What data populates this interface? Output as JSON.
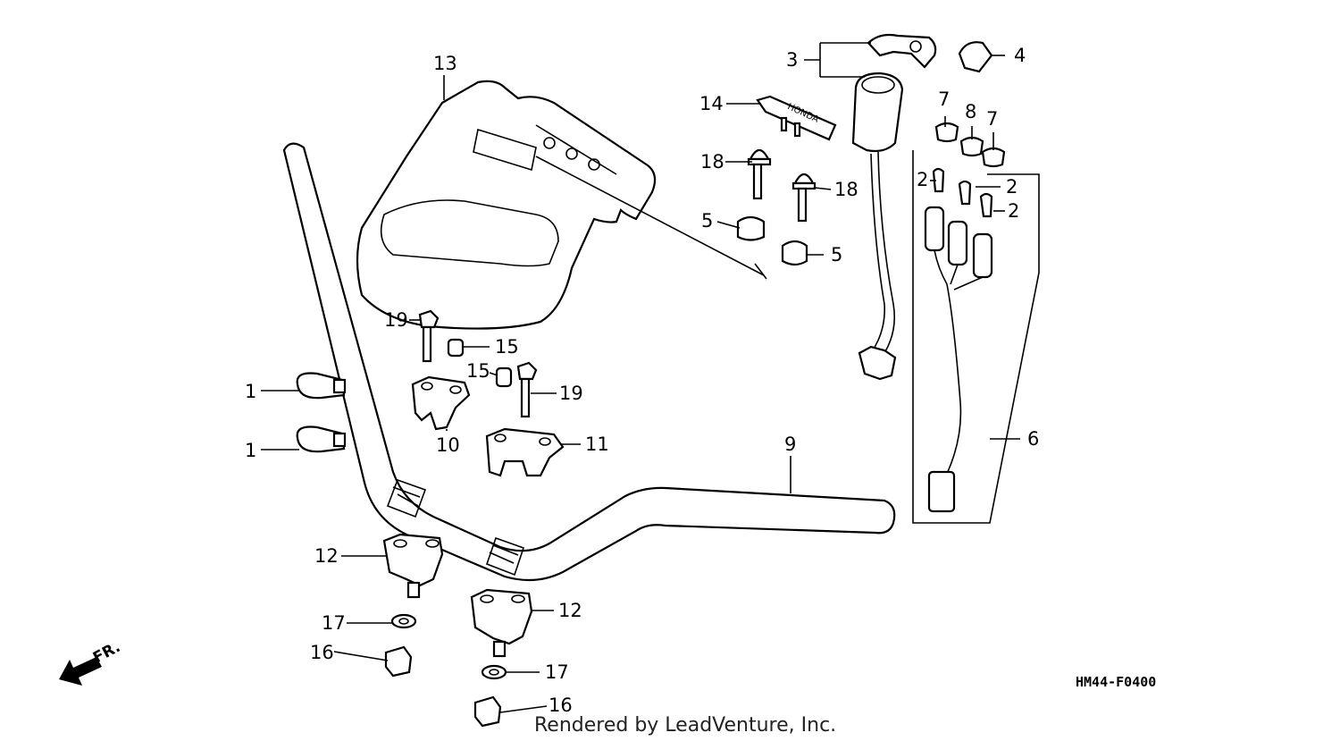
{
  "diagram": {
    "callouts": [
      "1",
      "1",
      "2",
      "2",
      "2",
      "3",
      "4",
      "5",
      "5",
      "6",
      "7",
      "8",
      "7",
      "9",
      "10",
      "11",
      "12",
      "12",
      "13",
      "14",
      "15",
      "15",
      "16",
      "16",
      "17",
      "17",
      "18",
      "18",
      "19",
      "19"
    ],
    "front_indicator": "FR.",
    "drawing_code": "HM44-F0400",
    "brand_text": "HONDA",
    "footer": "Rendered by LeadVenture, Inc."
  }
}
